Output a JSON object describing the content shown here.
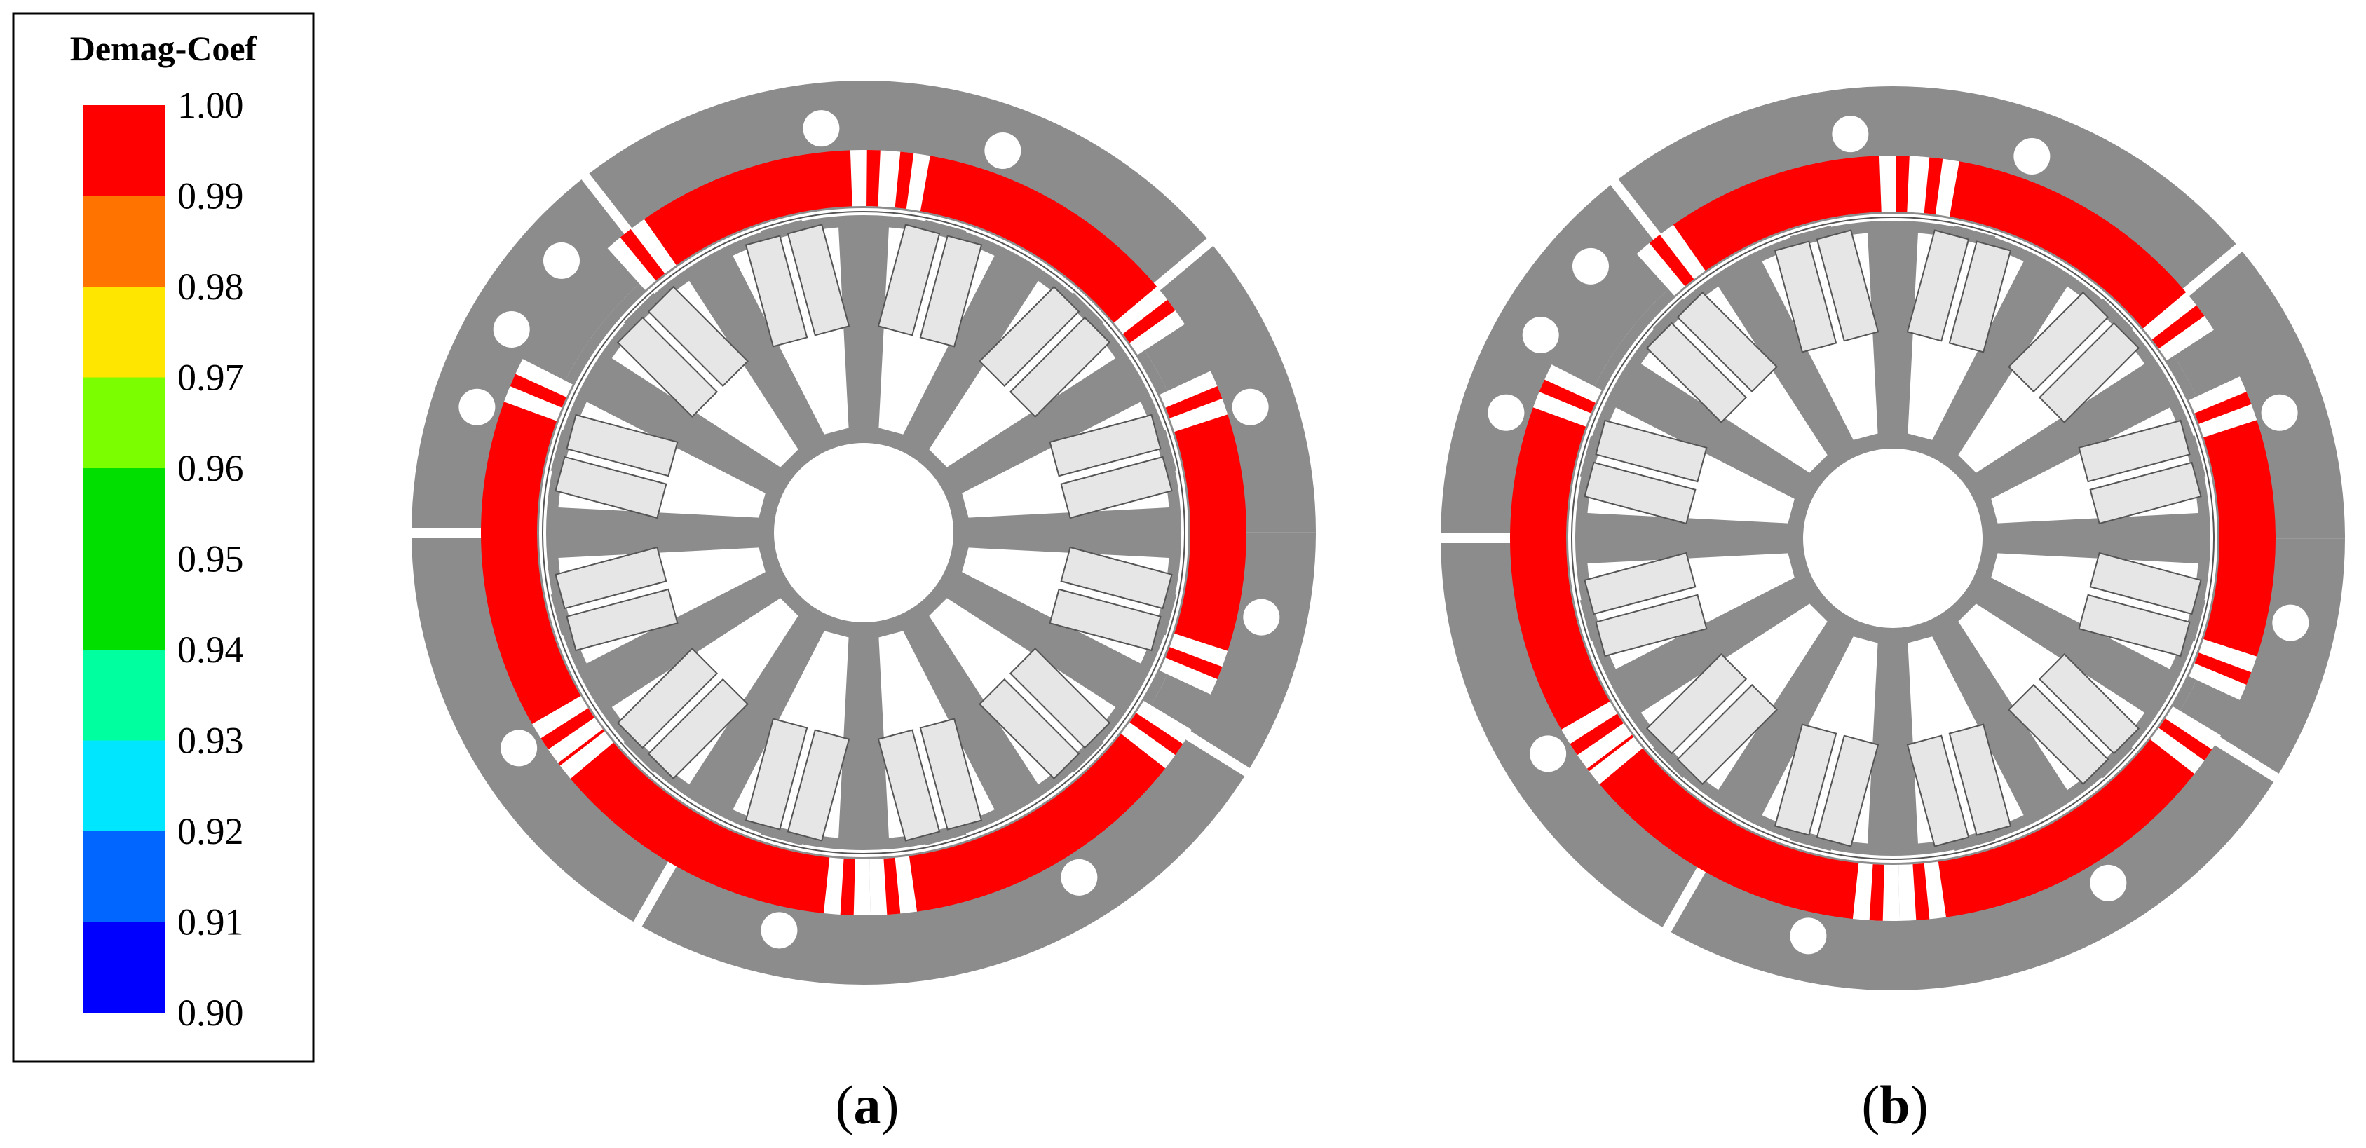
{
  "legend": {
    "title": "Demag-Coef",
    "ticks": [
      "1.00",
      "0.99",
      "0.98",
      "0.97",
      "0.96",
      "0.95",
      "0.94",
      "0.93",
      "0.92",
      "0.91",
      "0.90"
    ],
    "bands": [
      "#ff0000",
      "#ff7300",
      "#ffe600",
      "#7bff00",
      "#00df00",
      "#00df00",
      "#00ff9f",
      "#00e6ff",
      "#0066ff",
      "#0000ff"
    ]
  },
  "colors": {
    "iron": "#8c8c8c",
    "magnet_demag": "#ff0000",
    "coil": "#e6e6e6",
    "slot": "#ffffff",
    "outline": "#555555"
  },
  "panels": [
    {
      "id": "a",
      "label_open": "(",
      "label_letter": "a",
      "label_close": ")"
    },
    {
      "id": "b",
      "label_open": "(",
      "label_letter": "b",
      "label_close": ")"
    }
  ]
}
